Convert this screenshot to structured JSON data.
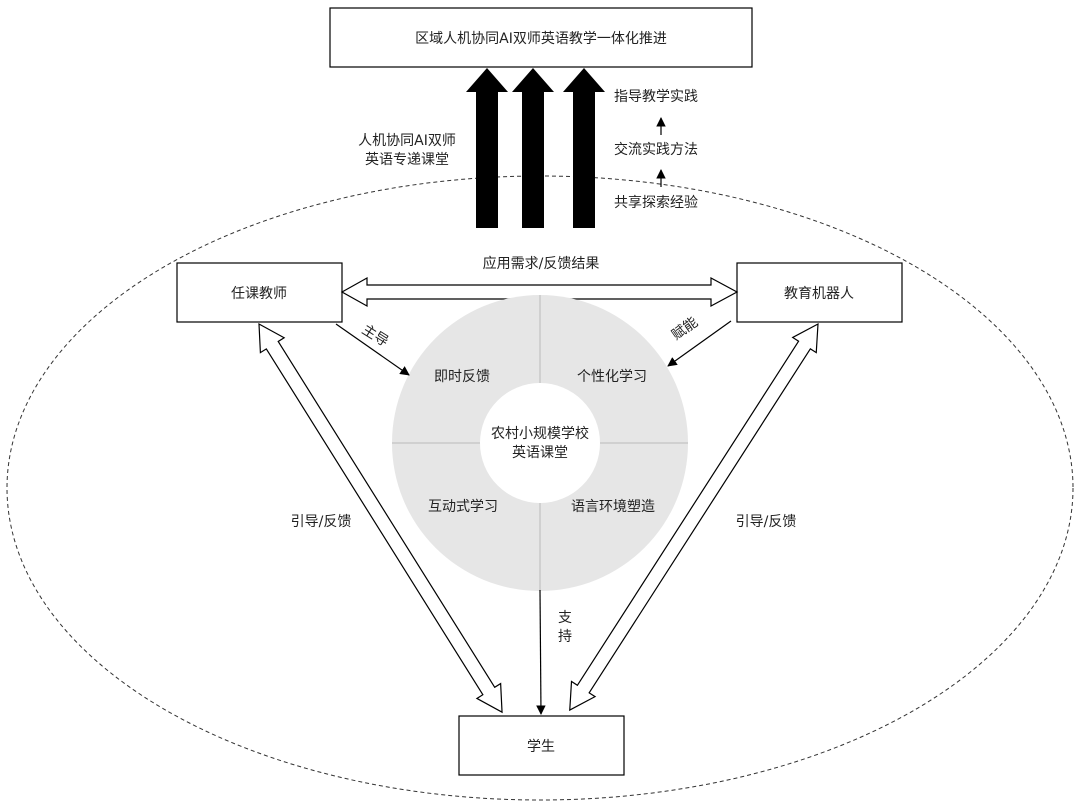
{
  "top_box": "区域人机协同AI双师英语教学一体化推进",
  "left_note": [
    "人机协同AI双师",
    "英语专递课堂"
  ],
  "steps": [
    "指导教学实践",
    "交流实践方法",
    "共享探索经验"
  ],
  "teacher": "任课教师",
  "robot": "教育机器人",
  "student": "学生",
  "top_link": "应用需求/反馈结果",
  "lead": "主导",
  "empower": "赋能",
  "support": [
    "支",
    "持"
  ],
  "left_feedback": "引导/反馈",
  "right_feedback": "引导/反馈",
  "center": [
    "农村小规模学校",
    "英语课堂"
  ],
  "quadrants": {
    "tl": "即时反馈",
    "tr": "个性化学习",
    "bl": "互动式学习",
    "br": "语言环境塑造"
  }
}
